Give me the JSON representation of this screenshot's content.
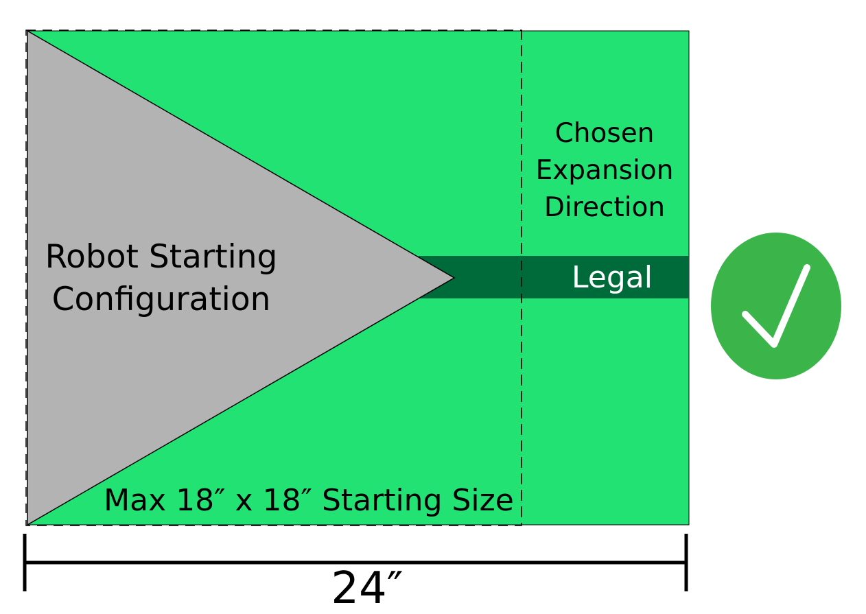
{
  "diagram": {
    "robot_label": [
      "Robot Starting",
      "Configuration"
    ],
    "expansion_label": [
      "Chosen",
      "Expansion",
      "Direction"
    ],
    "legal_label": "Legal",
    "size_label": "Max 18″ x 18″ Starting Size",
    "dimension_label": "24″",
    "status_icon": "checkmark-icon",
    "colors": {
      "field_green": "#23E274",
      "robot_gray": "#B3B3B3",
      "legal_bar": "#006B3A",
      "check_circle": "#3BB54A",
      "check_mark": "#FFFFFF",
      "outline": "#000000"
    }
  }
}
